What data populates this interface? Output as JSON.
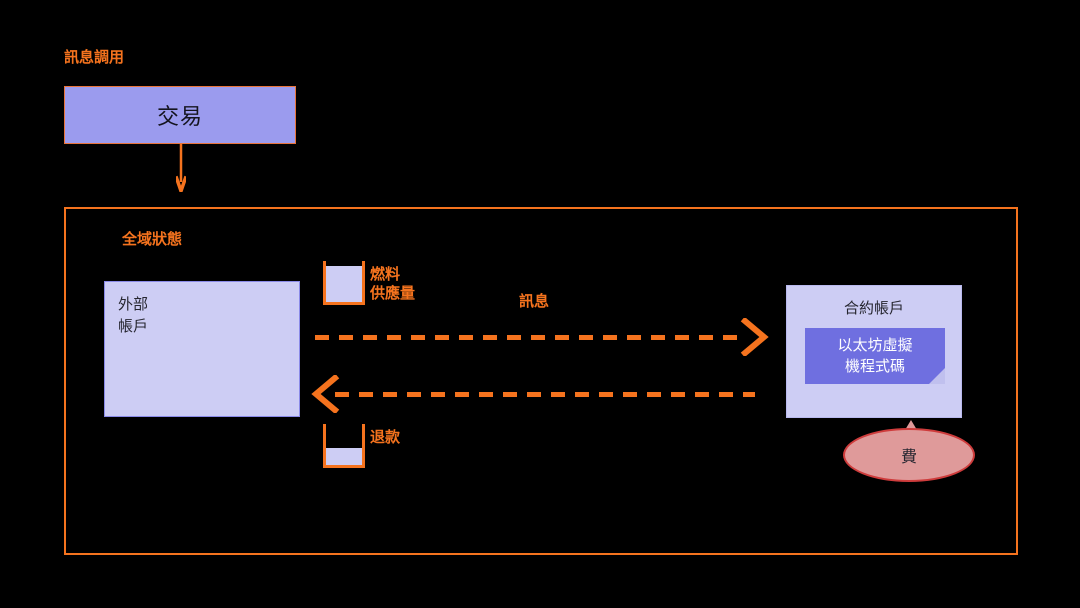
{
  "diagram": {
    "title": "Ethereum message call diagram",
    "background": "#000000",
    "accent_orange": "#F5731E",
    "lavender": "#CDCDF4",
    "periwinkle": "#9B9BEE",
    "evm_blue": "#6F6FE0",
    "fee_pink": "#DF9A9A",
    "fee_border_red": "#CE3C3C"
  },
  "message_call": {
    "label": "訊息調用",
    "transaction_box": {
      "label": "交易"
    },
    "arrow_down": "down-arrow"
  },
  "global_state": {
    "label": "全域狀態",
    "external_account": {
      "label": "外部\n帳戶"
    },
    "gas_supply": {
      "label": "燃料\n供應量",
      "fill_percent": 88
    },
    "refund": {
      "label": "退款",
      "fill_percent": 42
    },
    "message_arrow": {
      "label": "訊息",
      "direction": "right"
    },
    "return_arrow": {
      "label": "",
      "direction": "left"
    },
    "contract_account": {
      "title": "合約帳戶",
      "evm_code": "以太坊虛擬\n機程式碼"
    },
    "fee_callout": {
      "label": "費"
    }
  }
}
